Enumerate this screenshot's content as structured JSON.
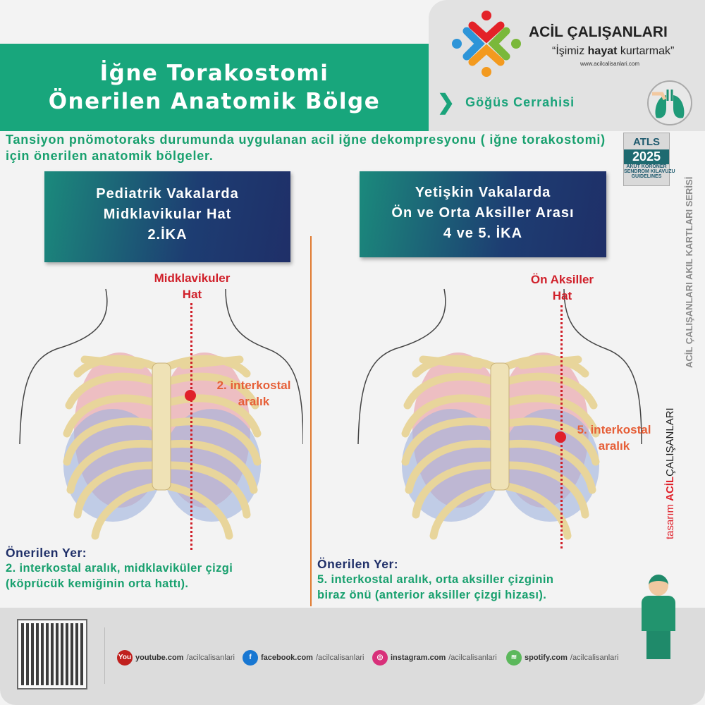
{
  "header": {
    "title_line1": "İğne Torakostomi",
    "title_line2": "Önerilen Anatomik Bölge",
    "brand": "ACİL ÇALIŞANLARI",
    "slogan_pre": "“İşimiz ",
    "slogan_bold": "hayat",
    "slogan_post": " kurtarmak”",
    "url": "www.acilcalisanlari.com",
    "category": "Göğüs Cerrahisi"
  },
  "intro": "Tansiyon pnömotoraks durumunda uygulanan acil iğne dekompresyonu ( iğne torakostomi) için önerilen anatomik bölgeler.",
  "badge": {
    "top": "ATLS",
    "year": "2025",
    "line1": "AKUT KORONER",
    "line2": "SENDROM KILAVUZU",
    "line3": "GUIDELINES"
  },
  "left": {
    "box": [
      "Pediatrik Vakalarda",
      "Midklavikular Hat",
      "2.İKA"
    ],
    "line_label": [
      "Midklavikuler",
      "Hat"
    ],
    "point_label": [
      "2. interkostal",
      "aralık"
    ],
    "rec_title": "Önerilen Yer:",
    "rec_lines": [
      "2. interkostal aralık, midklaviküler çizgi",
      "(köprücük kemiğinin orta hattı)."
    ]
  },
  "right": {
    "box": [
      "Yetişkin Vakalarda",
      "Ön ve Orta Aksiller Arası",
      "4 ve 5. İKA"
    ],
    "line_label": [
      "Ön Aksiller",
      "Hat"
    ],
    "point_label": [
      "5. interkostal",
      "aralık"
    ],
    "rec_title": "Önerilen Yer:",
    "rec_lines": [
      "5. interkostal aralık, orta aksiller çizginin",
      "biraz önü (anterior aksiller çizgi hizası)."
    ]
  },
  "side": {
    "series": "ACİL ÇALIŞANLARI AKIL KARTLARI SERİSİ",
    "design_pre": "tasarım",
    "design_brand1": "ACİL",
    "design_brand2": "ÇALIŞANLARI"
  },
  "footer": {
    "social": [
      {
        "icon": "youtube-icon",
        "site": "youtube.com",
        "handle": "/acilcalisanlari",
        "color": "#c0201e",
        "glyph": "You"
      },
      {
        "icon": "facebook-icon",
        "site": "facebook.com",
        "handle": "/acilcalisanlari",
        "color": "#1877d2",
        "glyph": "f"
      },
      {
        "icon": "instagram-icon",
        "site": "instagram.com",
        "handle": "/acilcalisanlari",
        "color": "#d8307a",
        "glyph": "◎"
      },
      {
        "icon": "spotify-icon",
        "site": "spotify.com",
        "handle": "/acilcalisanlari",
        "color": "#5cb85c",
        "glyph": "≋"
      }
    ]
  }
}
